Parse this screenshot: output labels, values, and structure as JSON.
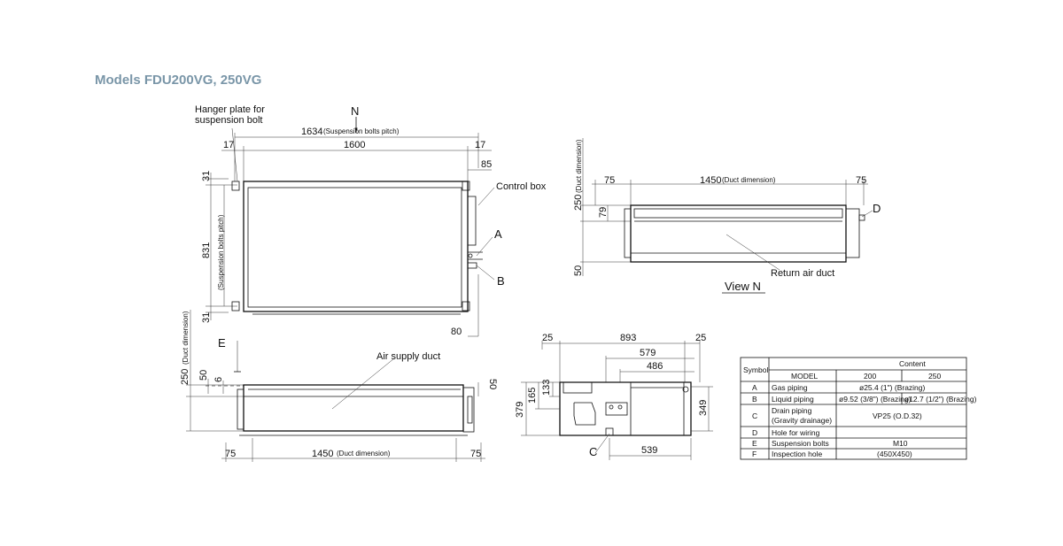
{
  "title": "Models FDU200VG, 250VG",
  "top_view": {
    "view_marker": "N",
    "hanger_label_line1": "Hanger plate for",
    "hanger_label_line2": "suspension bolt",
    "pitch_width": "1634",
    "pitch_width_note": "(Suspension bolts pitch)",
    "left_offset": "17",
    "body_width": "1600",
    "right_offset": "17",
    "control_box_offset": "85",
    "control_box_label": "Control box",
    "top_offset": "31",
    "pitch_depth": "831",
    "pitch_depth_note": "(Suspension bolts pitch)",
    "bottom_offset": "31",
    "side_offset": "80",
    "callout_a": "A",
    "callout_b": "B"
  },
  "view_n": {
    "left_offset": "75",
    "duct_width": "1450",
    "duct_width_note": "(Duct dimension)",
    "right_offset": "75",
    "height": "250",
    "height_note": "(Duct dimension)",
    "inner_offset": "79",
    "bottom_offset": "50",
    "callout_d": "D",
    "return_label": "Return air duct",
    "view_label": "View N"
  },
  "front_view": {
    "height": "250",
    "height_note": "(Duct dimension)",
    "offset_50": "50",
    "offset_6": "6",
    "right_50": "50",
    "callout_e": "E",
    "supply_label": "Air supply duct",
    "left_offset": "75",
    "duct_width": "1450",
    "duct_width_note": "(Duct dimension)",
    "right_offset": "75"
  },
  "side_view": {
    "left_offset": "25",
    "width": "893",
    "right_offset": "25",
    "dim_579": "579",
    "dim_486": "486",
    "dim_165": "165",
    "dim_133": "133",
    "dim_379": "379",
    "dim_349": "349",
    "dim_539": "539",
    "callout_c": "C"
  },
  "table": {
    "symbol_header": "Symbol",
    "content_header": "Content",
    "model_header": "MODEL",
    "col_200": "200",
    "col_250": "250",
    "rows": [
      {
        "symbol": "A",
        "item": "Gas piping",
        "value": "ø25.4 (1\")  (Brazing)"
      },
      {
        "symbol": "B",
        "item": "Liquid piping",
        "value_200": "ø9.52 (3/8\") (Brazing)",
        "value_250": "ø12.7 (1/2\") (Brazing)"
      },
      {
        "symbol": "C",
        "item": "Drain piping",
        "item2": "(Gravity drainage)",
        "value": "VP25 (O.D.32)"
      },
      {
        "symbol": "D",
        "item": "Hole for wiring",
        "value": ""
      },
      {
        "symbol": "E",
        "item": "Suspension bolts",
        "value": "M10"
      },
      {
        "symbol": "F",
        "item": "Inspection hole",
        "value": "(450X450)"
      }
    ]
  }
}
